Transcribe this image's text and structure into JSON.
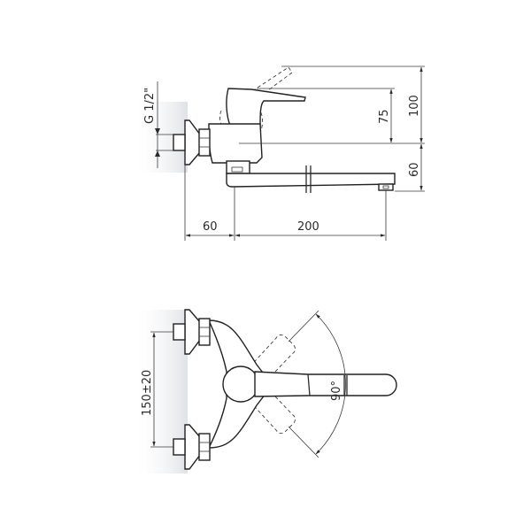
{
  "drawing": {
    "title": "Wall-mounted single-lever mixer tap technical drawing",
    "colors": {
      "line": "#2a2a2a",
      "wall_shade": "#e6e8ea",
      "background": "#ffffff"
    },
    "side_view": {
      "thread_label": "G 1/2\"",
      "dimensions": {
        "height_total": "100",
        "height_lever": "75",
        "height_spout": "60",
        "wall_offset": "60",
        "spout_reach": "200"
      }
    },
    "top_view": {
      "dimensions": {
        "inlet_spacing": "150±20",
        "rotation_angle": "90°"
      }
    }
  }
}
